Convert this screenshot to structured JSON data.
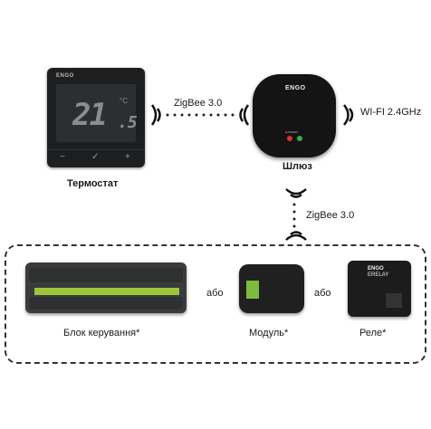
{
  "thermostat": {
    "brand": "ENGO",
    "temp_integer": "21",
    "temp_decimal": ".5",
    "unit": "°C",
    "buttons": [
      "−",
      "✓",
      "+"
    ],
    "caption": "Термостат"
  },
  "gateway": {
    "brand": "ENGO",
    "led_label": "GATEWAY",
    "caption": "Шлюз"
  },
  "links": {
    "zigbee_top": "ZigBee 3.0",
    "wifi": "WI-FI 2.4GHz",
    "zigbee_down": "ZigBee 3.0"
  },
  "devices": {
    "block_caption": "Блок керування*",
    "or_1": "або",
    "module_caption": "Модуль*",
    "or_2": "або",
    "relay_brand": "ENGO",
    "relay_name": "ERELAY",
    "relay_caption": "Реле*"
  },
  "colors": {
    "device_dark": "#1d1e20",
    "led_red": "#e0312a",
    "led_green": "#2fb34a",
    "accent_green": "#9dc43a"
  }
}
